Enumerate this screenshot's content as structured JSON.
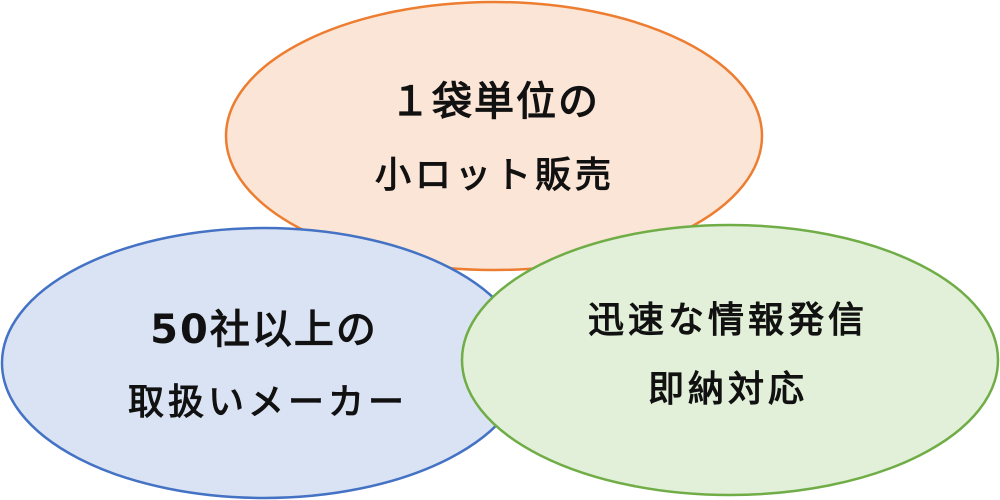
{
  "diagram": {
    "type": "overlapping-ellipses",
    "nodes": [
      {
        "id": "top",
        "lines": [
          "１袋単位の",
          "小ロット販売"
        ],
        "fill": "#FBE5D6",
        "stroke": "#ED7D31"
      },
      {
        "id": "left",
        "lines": [
          "50社以上の",
          "取扱いメーカー"
        ],
        "fill": "#DAE3F3",
        "stroke": "#4472C4"
      },
      {
        "id": "right",
        "lines": [
          "迅速な情報発信",
          "即納対応"
        ],
        "fill": "#E2F0D9",
        "stroke": "#70AD47"
      }
    ]
  }
}
